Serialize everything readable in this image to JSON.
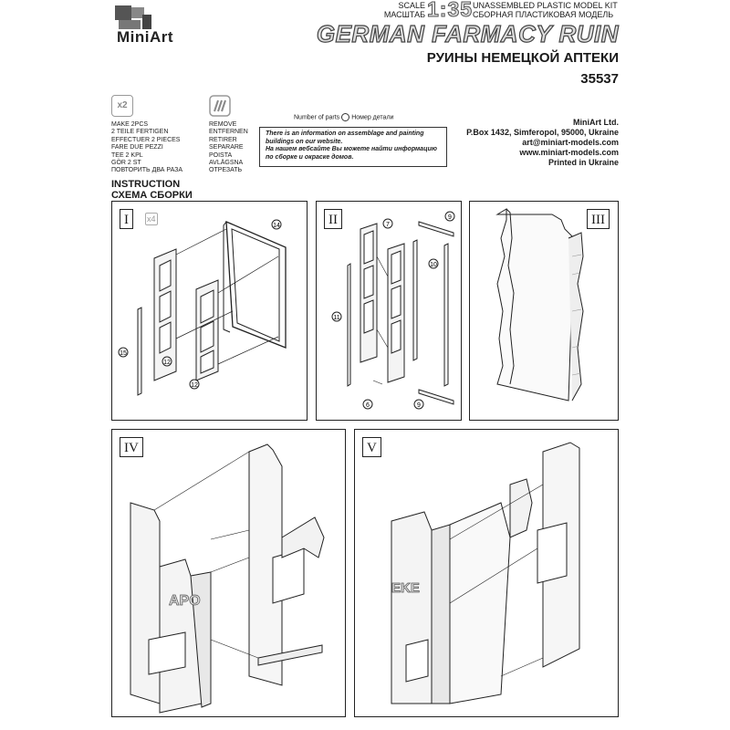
{
  "brand": {
    "name": "MiniArt"
  },
  "scale": {
    "label_en": "SCALE",
    "label_ru": "МАСШТАБ",
    "value": "1:35"
  },
  "kit_type": {
    "en": "UNASSEMBLED PLASTIC MODEL KIT",
    "ru": "СБОРНАЯ ПЛАСТИКОВАЯ МОДЕЛЬ"
  },
  "title": "GERMAN FARMACY RUIN",
  "subtitle": "РУИНЫ НЕМЕЦКОЙ АПТЕКИ",
  "product_code": "35537",
  "legend": {
    "make_icon": "x2",
    "make_lines": [
      "MAKE 2pcs",
      "2 TEILE FERTIGEN",
      "EFFECTUER 2 PIECES",
      "FARE DUE PEZZI",
      "TEE 2 KPL",
      "GÖR 2 ST",
      "ПОВТОРИТЬ ДВА РАЗА"
    ],
    "remove_icon": "cut-icon",
    "remove_lines": [
      "REMOVE",
      "ENTFERNEN",
      "RETIRER",
      "SEPARARE",
      "POISTA",
      "AVLÄGSNA",
      "ОТРЕЗАТЬ"
    ]
  },
  "parts_number": {
    "en": "Number of parts",
    "ru": "Номер детали"
  },
  "note": {
    "en": "There is an information on assemblage and painting buildings on our website.",
    "ru": "На нашем вебсайте Вы можете найти информацию по сборке и окраске домов."
  },
  "company": {
    "name": "MiniArt Ltd.",
    "address": "P.Box 1432, Simferopol, 95000, Ukraine",
    "email": "art@miniart-models.com",
    "website": "www.miniart-models.com",
    "printed": "Printed in Ukraine"
  },
  "instruction": {
    "en": "INSTRUCTION",
    "ru": "СХЕМА СБОРКИ"
  },
  "steps": [
    {
      "label": "I",
      "qty": "x4",
      "parts": [
        "14",
        "15",
        "12",
        "12"
      ]
    },
    {
      "label": "II",
      "parts": [
        "7",
        "9",
        "10",
        "11",
        "6",
        "9"
      ]
    },
    {
      "label": "III"
    },
    {
      "label": "IV",
      "sign": "APO"
    },
    {
      "label": "V",
      "sign": "EKE"
    }
  ]
}
